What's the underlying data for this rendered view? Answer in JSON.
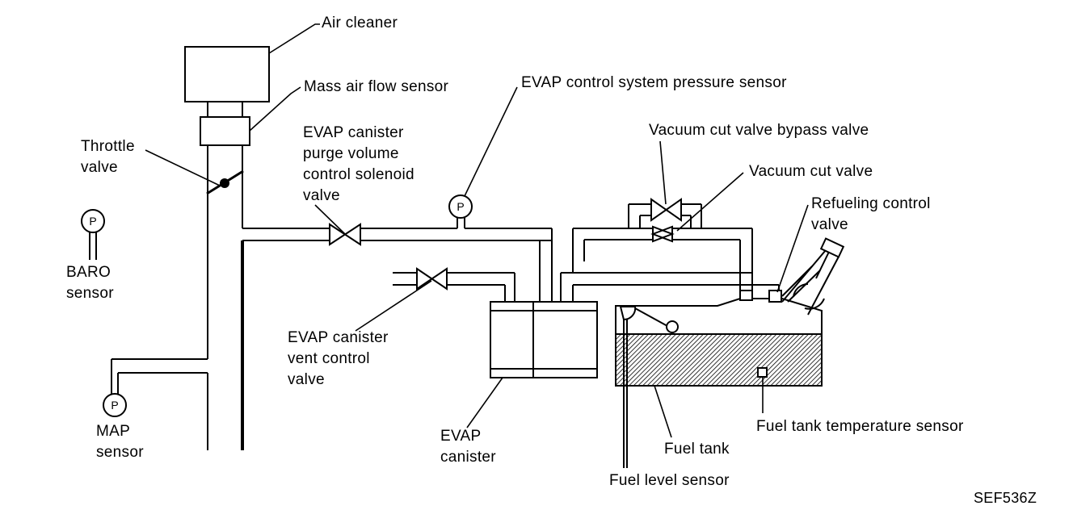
{
  "labels": {
    "air_cleaner": "Air cleaner",
    "mass_air_flow_sensor": "Mass air flow sensor",
    "throttle_valve": [
      "Throttle",
      "valve"
    ],
    "evap_purge_valve": [
      "EVAP canister",
      "purge volume",
      "control solenoid",
      "valve"
    ],
    "evap_pressure_sensor": "EVAP control system pressure sensor",
    "vacuum_cut_bypass_valve": "Vacuum cut valve bypass valve",
    "vacuum_cut_valve": "Vacuum cut valve",
    "refueling_control_valve": [
      "Refueling control",
      "valve"
    ],
    "baro_sensor": [
      "BARO",
      "sensor"
    ],
    "map_sensor": [
      "MAP",
      "sensor"
    ],
    "evap_vent_valve": [
      "EVAP canister",
      "vent control",
      "valve"
    ],
    "evap_canister": [
      "EVAP",
      "canister"
    ],
    "fuel_tank": "Fuel tank",
    "fuel_level_sensor": "Fuel level sensor",
    "fuel_tank_temp_sensor": "Fuel tank temperature sensor",
    "figure_code": "SEF536Z"
  },
  "sensor_symbol": "P",
  "colors": {
    "line": "#000000",
    "fuel_hatch": "#000000",
    "background": "#ffffff"
  }
}
